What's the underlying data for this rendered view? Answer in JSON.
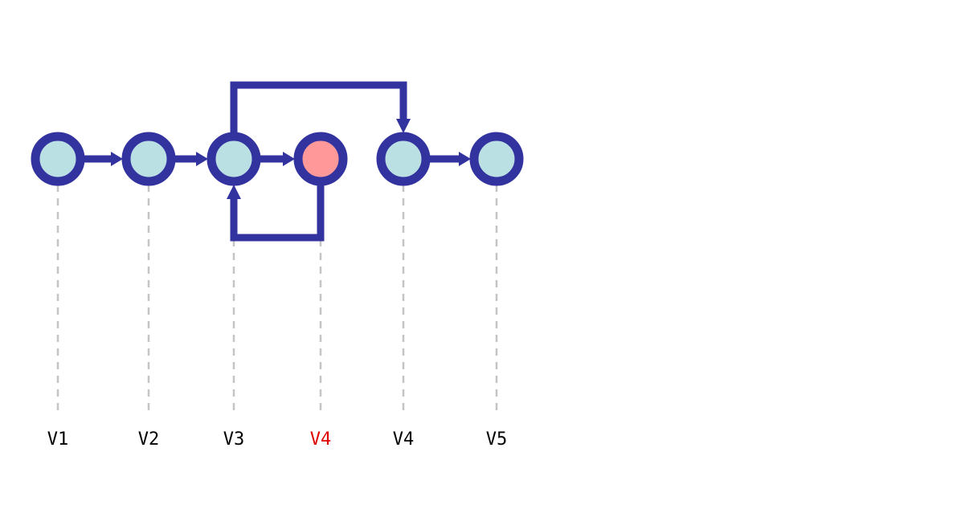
{
  "colors": {
    "edge": "#3333a0",
    "node_fill": "#bbe0e3",
    "node_highlight_fill": "#ff9999",
    "guide_line": "#c4c4c4",
    "label": "#000000",
    "label_highlight": "#e00000"
  },
  "nodes": [
    {
      "id": "n1",
      "label": "V1",
      "highlight": false
    },
    {
      "id": "n2",
      "label": "V2",
      "highlight": false
    },
    {
      "id": "n3",
      "label": "V3",
      "highlight": false
    },
    {
      "id": "n4",
      "label": "V4",
      "highlight": true
    },
    {
      "id": "n5",
      "label": "V4",
      "highlight": false
    },
    {
      "id": "n6",
      "label": "V5",
      "highlight": false
    }
  ],
  "edges": [
    {
      "from": "n1",
      "to": "n2",
      "kind": "straight"
    },
    {
      "from": "n2",
      "to": "n3",
      "kind": "straight"
    },
    {
      "from": "n3",
      "to": "n4",
      "kind": "straight"
    },
    {
      "from": "n4",
      "to": "n3",
      "kind": "loop-below"
    },
    {
      "from": "n3",
      "to": "n5",
      "kind": "loop-above"
    },
    {
      "from": "n5",
      "to": "n6",
      "kind": "straight"
    }
  ]
}
